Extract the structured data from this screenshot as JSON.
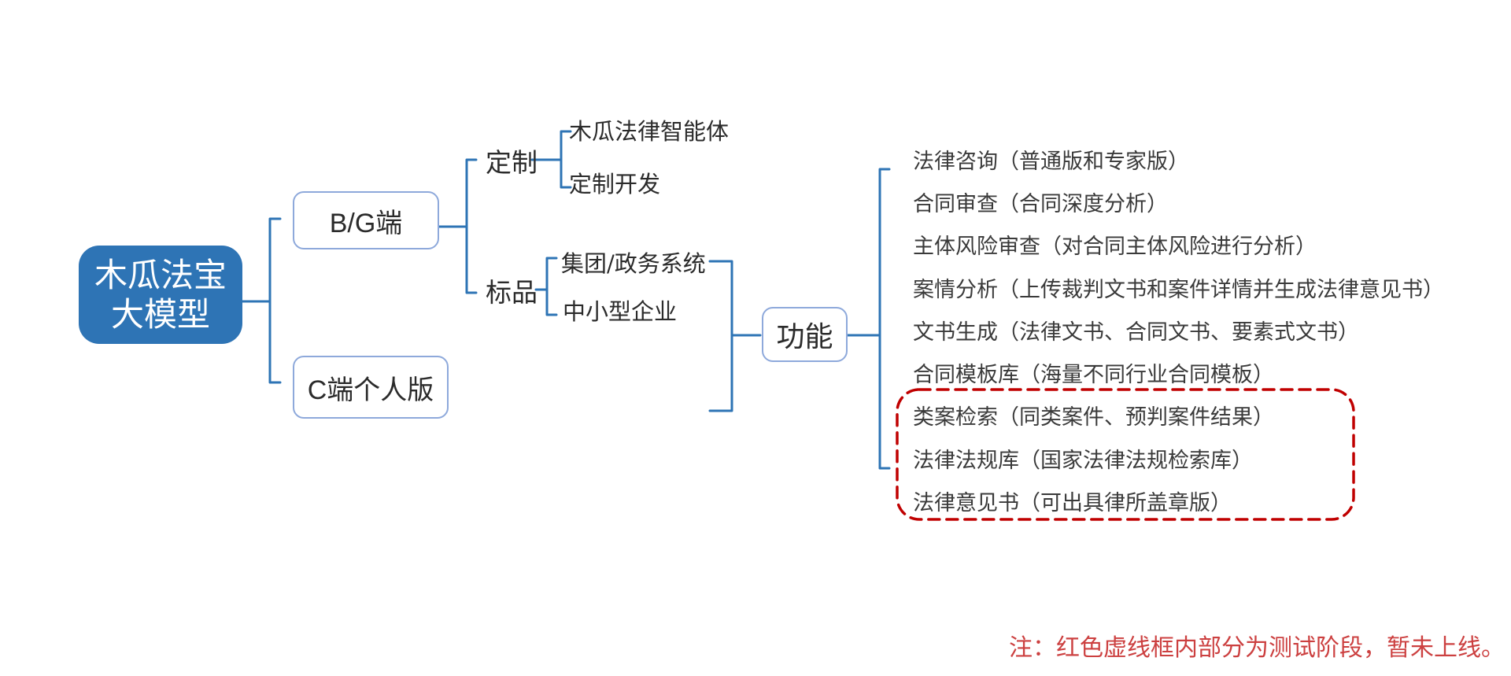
{
  "colors": {
    "accent-blue": "#2E74B5",
    "line-blue": "#2E74B5",
    "box-border": "#8EA9DB",
    "text-dark": "#2b2b2b",
    "item-text": "#3A3A3A",
    "dashed-red": "#C00000",
    "note-red": "#CC4040",
    "root-text": "#FFFFFF"
  },
  "root": {
    "label": "木瓜法宝\n大模型"
  },
  "level1": [
    {
      "label": "B/G端"
    },
    {
      "label": "C端个人版"
    }
  ],
  "bg_branches": [
    {
      "label": "定制",
      "children": [
        "木瓜法律智能体",
        "定制开发"
      ]
    },
    {
      "label": "标品",
      "children": [
        "集团/政务系统",
        "中小型企业"
      ]
    }
  ],
  "hub": {
    "label": "功能"
  },
  "functions": [
    "法律咨询（普通版和专家版）",
    "合同审查（合同深度分析）",
    "主体风险审查（对合同主体风险进行分析）",
    "案情分析（上传裁判文书和案件详情并生成法律意见书）",
    "文书生成（法律文书、合同文书、要素式文书）",
    "合同模板库（海量不同行业合同模板）",
    "类案检索（同类案件、预判案件结果）",
    "法律法规库（国家法律法规检索库）",
    "法律意见书（可出具律所盖章版）"
  ],
  "note": {
    "text": "注：红色虚线框内部分为测试阶段，暂未上线。"
  }
}
